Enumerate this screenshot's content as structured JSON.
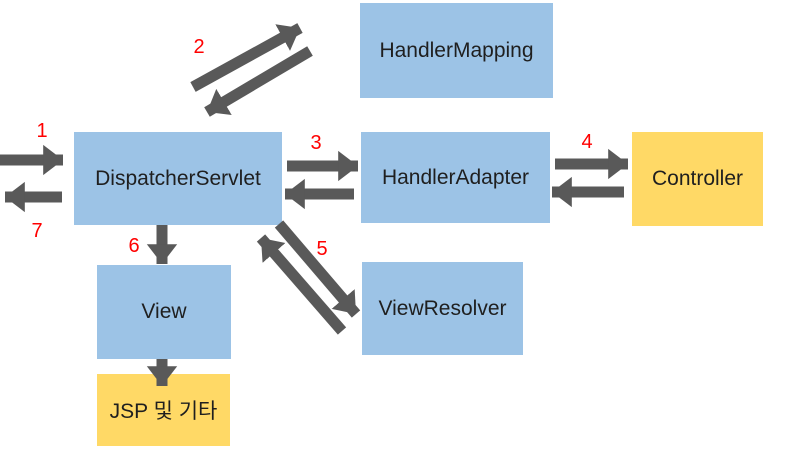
{
  "diagram": {
    "nodes": {
      "handler_mapping": {
        "label": "HandlerMapping",
        "fill": "#9CC3E6"
      },
      "dispatcher_servlet": {
        "label": "DispatcherServlet",
        "fill": "#9CC3E6"
      },
      "handler_adapter": {
        "label": "HandlerAdapter",
        "fill": "#9CC3E6"
      },
      "controller": {
        "label": "Controller",
        "fill": "#FFD966"
      },
      "view_resolver": {
        "label": "ViewResolver",
        "fill": "#9CC3E6"
      },
      "view": {
        "label": "View",
        "fill": "#9CC3E6"
      },
      "jsp_etc": {
        "label": "JSP 및 기타",
        "fill": "#FFD966"
      }
    },
    "steps": {
      "1": "1",
      "2": "2",
      "3": "3",
      "4": "4",
      "5": "5",
      "6": "6",
      "7": "7"
    },
    "colors": {
      "node_blue": "#9CC3E6",
      "node_yellow": "#FFD966",
      "arrow_gray": "#595959",
      "step_number_red": "#FF0000",
      "label_text": "#1F1F1F",
      "background": "#FFFFFF"
    }
  }
}
